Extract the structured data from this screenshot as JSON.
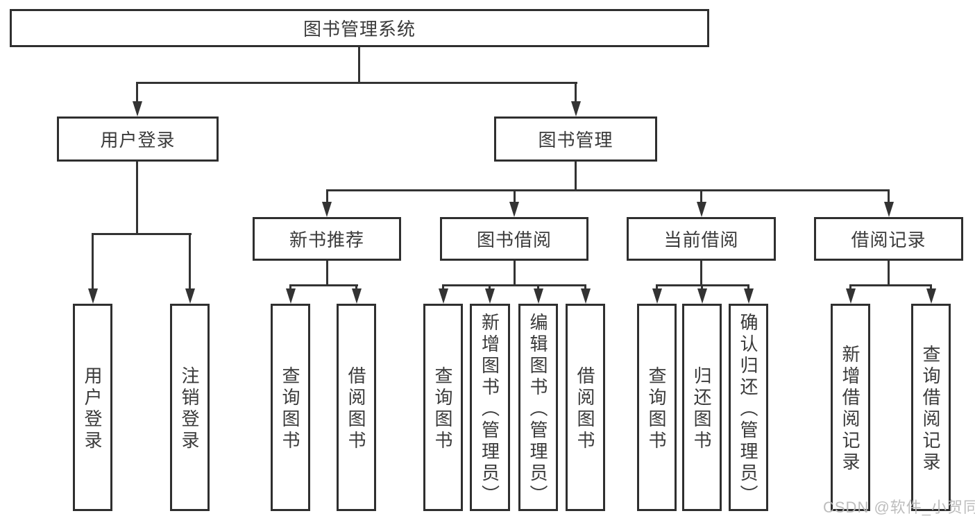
{
  "tree": {
    "root": {
      "label": "图书管理系统"
    },
    "branches": [
      {
        "label": "用户登录",
        "children": [
          {
            "label": "用户登录"
          },
          {
            "label": "注销登录"
          }
        ]
      },
      {
        "label": "图书管理",
        "children": [
          {
            "label": "新书推荐",
            "children": [
              {
                "label": "查询图书"
              },
              {
                "label": "借阅图书"
              }
            ]
          },
          {
            "label": "图书借阅",
            "children": [
              {
                "label": "查询图书"
              },
              {
                "label": "新增图书（管理员）"
              },
              {
                "label": "编辑图书（管理员）"
              },
              {
                "label": "借阅图书"
              }
            ]
          },
          {
            "label": "当前借阅",
            "children": [
              {
                "label": "查询图书"
              },
              {
                "label": "归还图书"
              },
              {
                "label": "确认归还（管理员）"
              }
            ]
          },
          {
            "label": "借阅记录",
            "children": [
              {
                "label": "新增借阅记录"
              },
              {
                "label": "查询借阅记录"
              }
            ]
          }
        ]
      }
    ]
  },
  "watermark": {
    "text": "CSDN @软件_小贺同学"
  },
  "colors": {
    "line": "#333333",
    "box_border": "#2f2f2f",
    "text": "#3a3a3a",
    "background": "#ffffff",
    "watermark": "#b9b9b9"
  }
}
